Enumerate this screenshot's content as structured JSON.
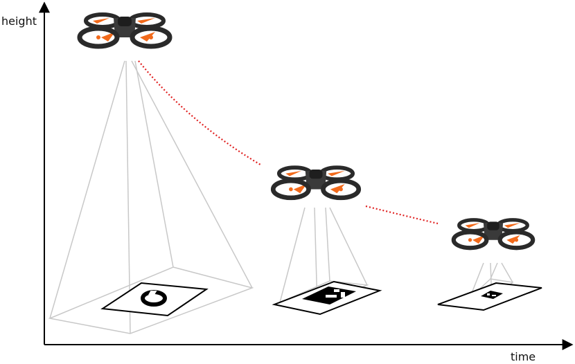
{
  "axes": {
    "x_label": "time",
    "y_label": "height"
  },
  "drones": [
    {
      "name": "drone-high",
      "marker": "circle"
    },
    {
      "name": "drone-mid",
      "marker": "square-code"
    },
    {
      "name": "drone-low",
      "marker": "square-code"
    }
  ],
  "colors": {
    "axis": "#000000",
    "trajectory": "#e02020",
    "view_frustum": "#c8c8c8",
    "drone_body": "#2a2a2a",
    "drone_accent": "#f26a1b"
  }
}
